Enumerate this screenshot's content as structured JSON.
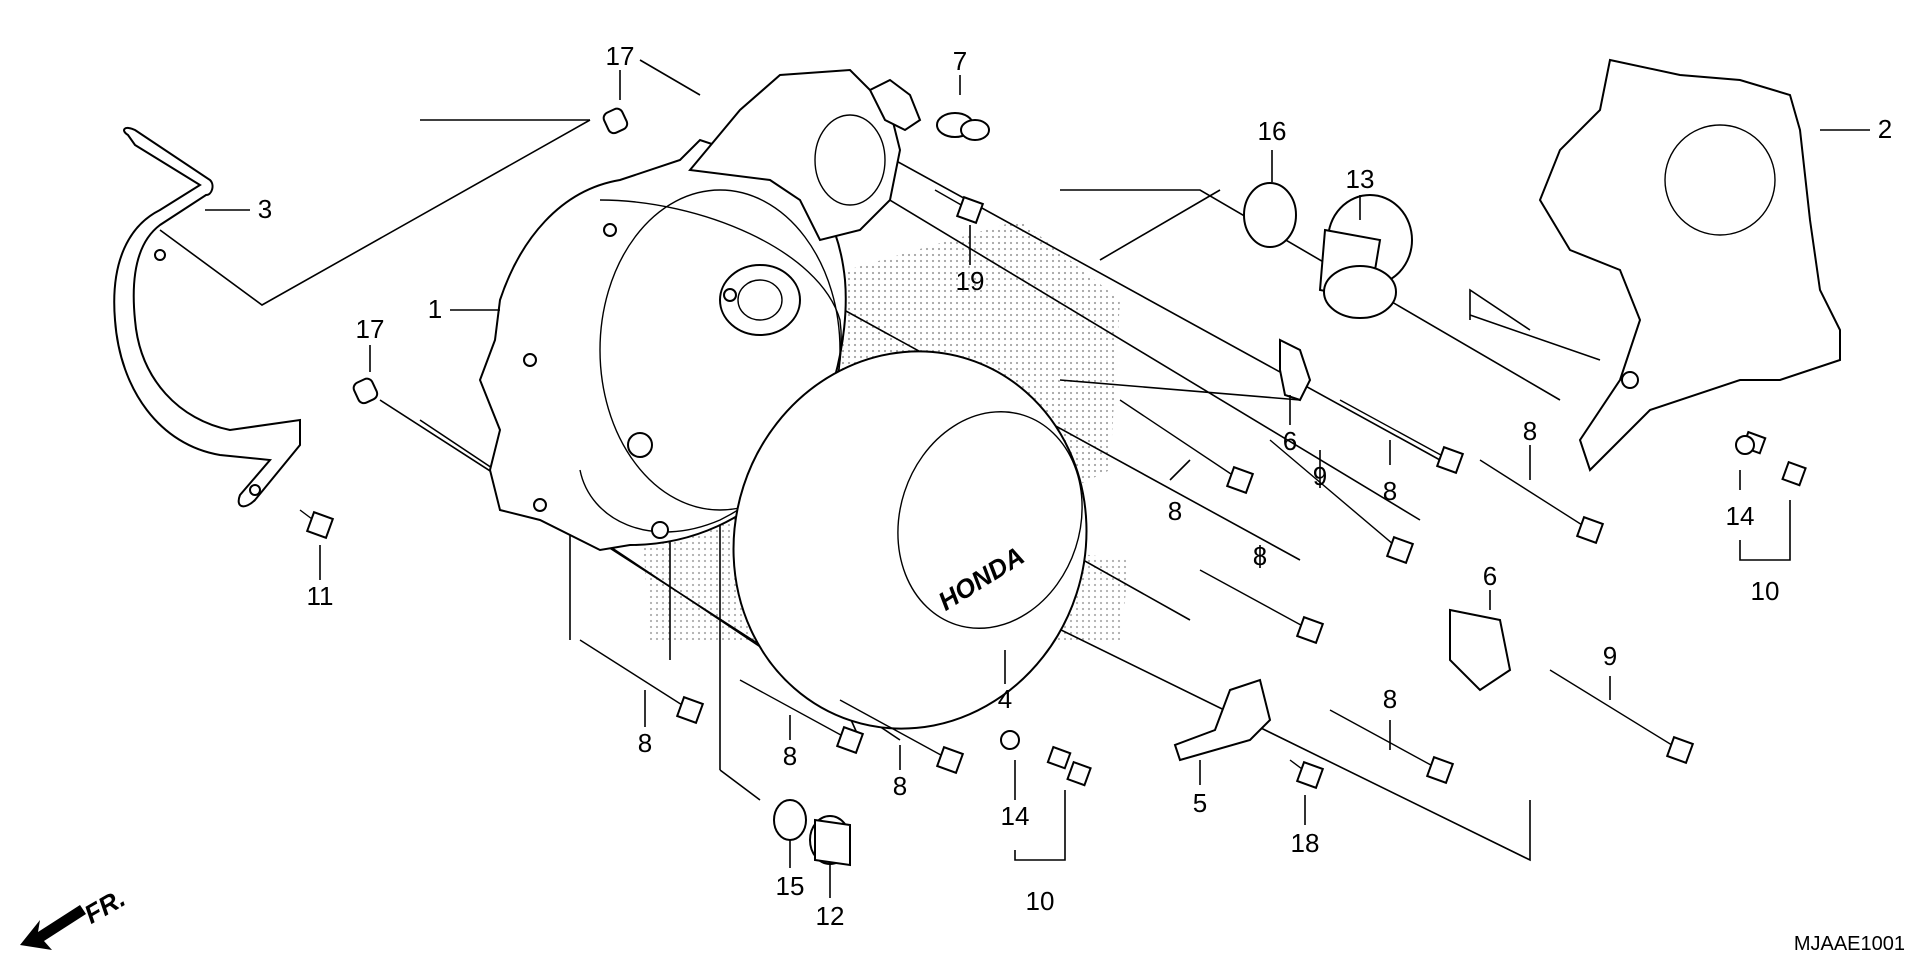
{
  "diagram": {
    "code": "MJAAE1001",
    "direction_label": "FR.",
    "emblem_text": "HONDA",
    "callouts": [
      {
        "id": "c17a",
        "text": "17"
      },
      {
        "id": "c7",
        "text": "7"
      },
      {
        "id": "c2",
        "text": "2"
      },
      {
        "id": "c3",
        "text": "3"
      },
      {
        "id": "c16",
        "text": "16"
      },
      {
        "id": "c13",
        "text": "13"
      },
      {
        "id": "c19",
        "text": "19"
      },
      {
        "id": "c1",
        "text": "1"
      },
      {
        "id": "c17b",
        "text": "17"
      },
      {
        "id": "c6a",
        "text": "6"
      },
      {
        "id": "c8a",
        "text": "8"
      },
      {
        "id": "c9a",
        "text": "9"
      },
      {
        "id": "c8b",
        "text": "8"
      },
      {
        "id": "c8c",
        "text": "8"
      },
      {
        "id": "c14a",
        "text": "14"
      },
      {
        "id": "c10a",
        "text": "10"
      },
      {
        "id": "c11",
        "text": "11"
      },
      {
        "id": "c8d",
        "text": "8"
      },
      {
        "id": "c6b",
        "text": "6"
      },
      {
        "id": "c9b",
        "text": "9"
      },
      {
        "id": "c4",
        "text": "4"
      },
      {
        "id": "c8e",
        "text": "8"
      },
      {
        "id": "c8f",
        "text": "8"
      },
      {
        "id": "c8g",
        "text": "8"
      },
      {
        "id": "c8h",
        "text": "8"
      },
      {
        "id": "c14b",
        "text": "14"
      },
      {
        "id": "c5",
        "text": "5"
      },
      {
        "id": "c18",
        "text": "18"
      },
      {
        "id": "c15",
        "text": "15"
      },
      {
        "id": "c12",
        "text": "12"
      },
      {
        "id": "c10b",
        "text": "10"
      }
    ]
  }
}
